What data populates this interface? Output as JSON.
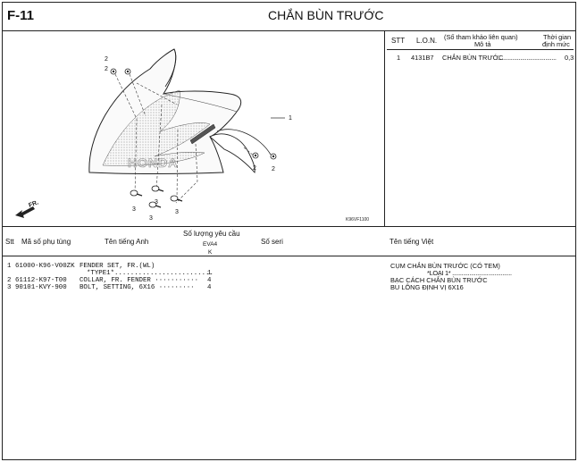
{
  "header": {
    "page_code": "F-11",
    "title": "CHẮN BÙN TRƯỚC"
  },
  "ref_table": {
    "col_stt": "STT",
    "col_lon": "L.O.N.",
    "col_desc_line1": "(Số tham khảo liên quan)",
    "col_desc_line2": "Mô tả",
    "col_time_line1": "Thời gian",
    "col_time_line2": "định mức",
    "rows": [
      {
        "stt": "1",
        "lon": "4131B7",
        "desc": "CHẮN BÙN TRƯỚC",
        "dots": "......................................",
        "time": "0,3"
      }
    ]
  },
  "diagram": {
    "code": "K96VF1100",
    "fr_label": "FR.",
    "brand_text": "HONDA",
    "callouts": [
      "1",
      "2",
      "2",
      "2",
      "2",
      "3",
      "3",
      "3",
      "3"
    ]
  },
  "parts_header": {
    "col_no": "Stt",
    "col_part_no": "Mã số phụ tùng",
    "col_en": "Tên tiếng Anh",
    "col_qty_title": "Số lượng yêu cầu",
    "col_qty_model": "EVA4",
    "col_qty_sub": "K",
    "col_serial": "Số seri",
    "col_vn": "Tên tiếng Việt"
  },
  "parts": [
    {
      "no": "1",
      "part_no": "61000-K96-V00ZK",
      "en_name": "FENDER SET, FR.(WL)",
      "en_sub": "*TYPE1*.........................",
      "qty": "1",
      "vn_name": "CỤM CHẮN BÙN TRƯỚC (CÓ TEM)",
      "vn_sub": "*LOẠI 1* ......................................"
    },
    {
      "no": "2",
      "part_no": "61112-K97-T00",
      "en_name": "COLLAR, FR. FENDER ···········",
      "qty": "4",
      "vn_name": "BẠC CÁCH CHẮN BÙN TRƯỚC"
    },
    {
      "no": "3",
      "part_no": "90101-KVY-900",
      "en_name": "BOLT, SETTING, 6X16 ·········",
      "qty": "4",
      "vn_name": "BU LÔNG ĐỊNH VỊ 6X16"
    }
  ]
}
